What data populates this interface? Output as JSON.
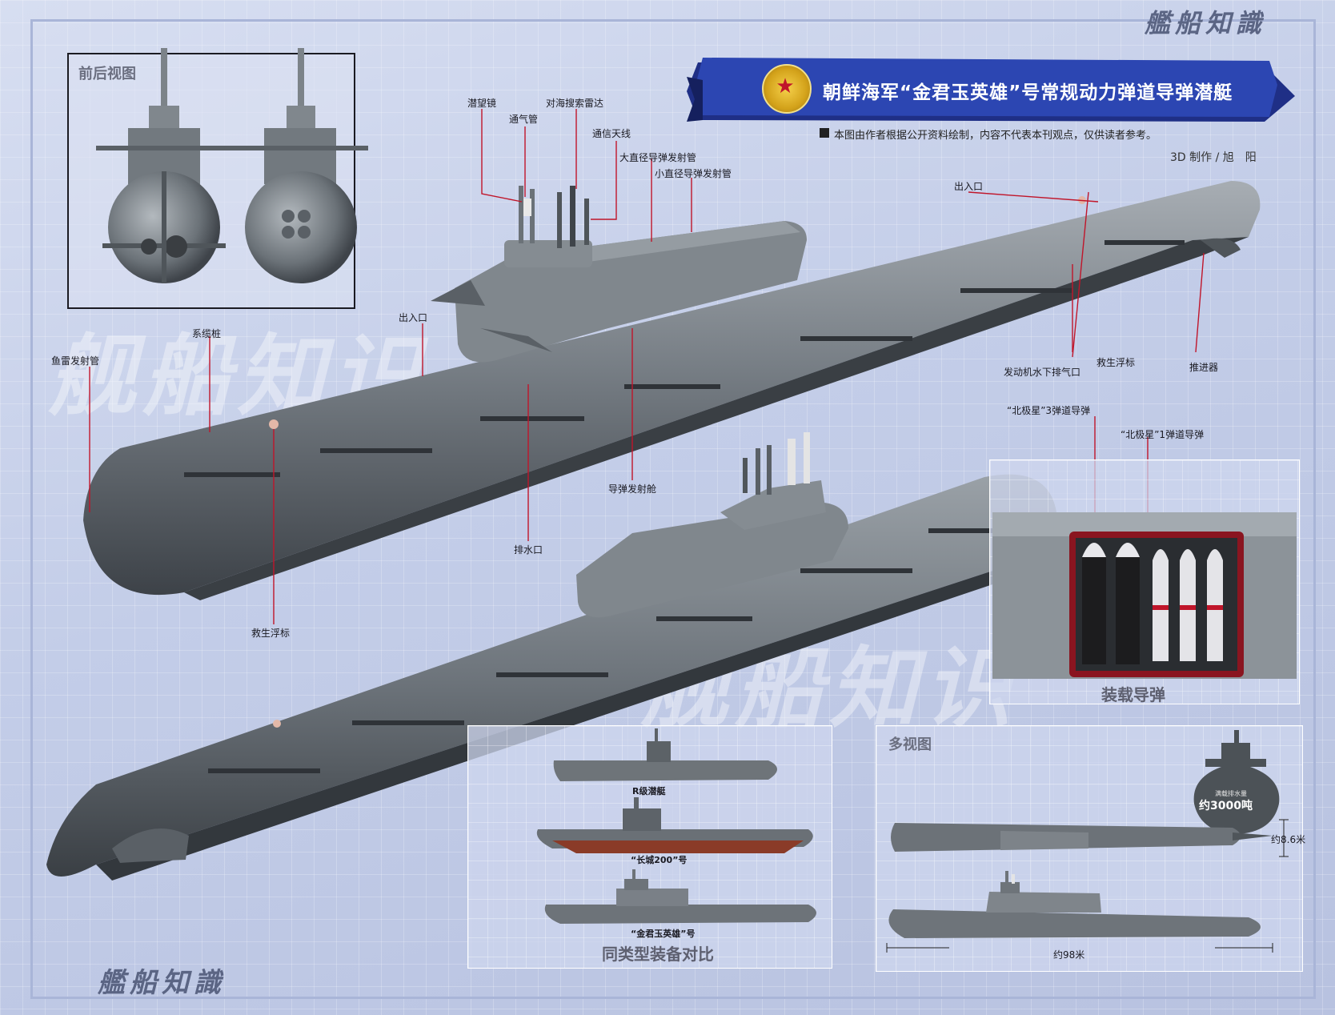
{
  "brand": {
    "masthead": "艦船知識",
    "footer": "艦船知識",
    "watermark": "舰船知识"
  },
  "banner": {
    "title": "朝鲜海军“金君玉英雄”号常规动力弹道导弹潜艇",
    "disclaimer": "本图由作者根据公开资料绘制，内容不代表本刊观点，仅供读者参考。",
    "credit": "3D 制作 / 旭　阳"
  },
  "front_rear": {
    "title": "前后视图"
  },
  "callouts": {
    "periscope": "潜望镜",
    "snorkel": "通气管",
    "radar": "对海搜索雷达",
    "antenna": "通信天线",
    "large_tube": "大直径导弹发射管",
    "small_tube": "小直径导弹发射管",
    "entrance_fore": "出入口",
    "entrance_aft": "出入口",
    "mooring": "系缆桩",
    "torpedo": "鱼雷发射管",
    "buoy_fore": "救生浮标",
    "buoy_aft": "救生浮标",
    "drain": "排水口",
    "missile_bay": "导弹发射舱",
    "exhaust": "发动机水下排气口",
    "propulsor": "推进器"
  },
  "missiles": {
    "label_3": "“北极星”3弹道导弹",
    "label_1": "“北极星”1弹道导弹",
    "caption": "装载导弹"
  },
  "comparison": {
    "caption": "同类型装备对比",
    "items": [
      "R级潜艇",
      "“长城200”号",
      "“金君玉英雄”号"
    ]
  },
  "multiview": {
    "title": "多视图",
    "displacement_label": "满载排水量",
    "displacement": "约3000吨",
    "beam": "约8.6米",
    "length": "约98米"
  },
  "colors": {
    "banner": "#2a3d9e",
    "hull": "#6b7278",
    "callout_line": "#c0152a",
    "background": "#c3cde8"
  }
}
